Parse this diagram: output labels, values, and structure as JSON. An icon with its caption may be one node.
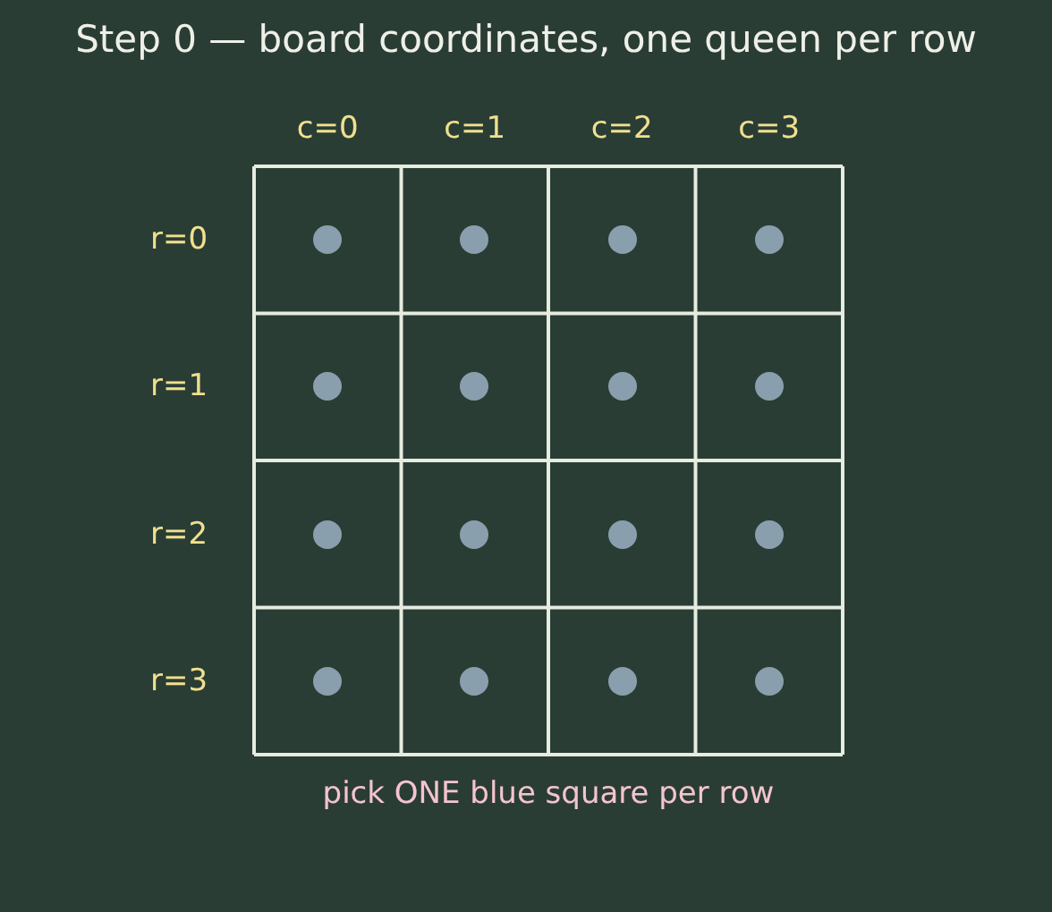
{
  "diagram": {
    "title": "Step 0 — board coordinates, one queen per row",
    "labels": [
      "c=0",
      "c=1",
      "c=2",
      "c=3",
      "r=0",
      "r=1",
      "r=2",
      "r=3"
    ],
    "caption": "pick ONE blue square per row"
  }
}
